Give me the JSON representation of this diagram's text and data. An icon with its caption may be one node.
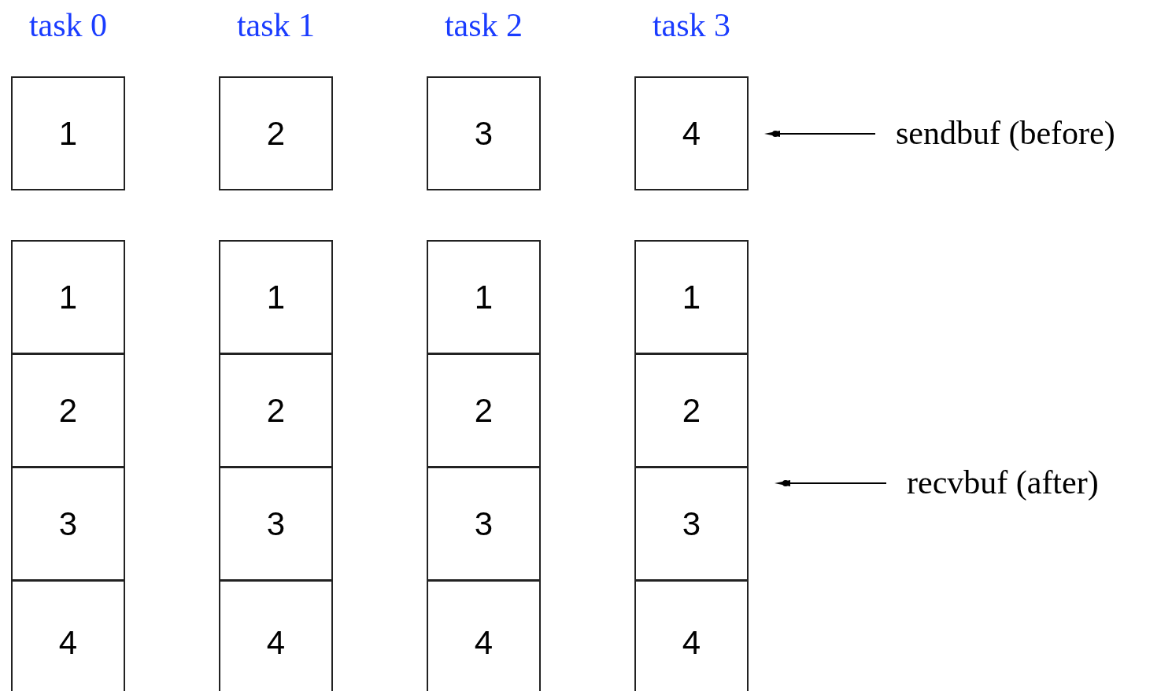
{
  "diagram": {
    "nodes": [
      {
        "text": [
          "1"
        ]
      },
      {
        "text": [
          "2"
        ]
      },
      {
        "text": [
          "3"
        ]
      },
      {
        "text": [
          "4"
        ]
      },
      {
        "text": [
          "sendbuf (before)"
        ]
      },
      {
        "text": [
          "1"
        ]
      },
      {
        "text": [
          "1"
        ]
      },
      {
        "text": [
          "1"
        ]
      },
      {
        "text": [
          "1"
        ]
      },
      {
        "text": [
          "2"
        ]
      },
      {
        "text": [
          "2"
        ]
      },
      {
        "text": [
          "2"
        ]
      },
      {
        "text": [
          "2"
        ]
      },
      {
        "text": [
          "3"
        ]
      },
      {
        "text": [
          "3"
        ]
      },
      {
        "text": [
          "3"
        ]
      },
      {
        "text": [
          "3"
        ]
      },
      {
        "text": [
          "4"
        ]
      },
      {
        "text": [
          "4"
        ]
      },
      {
        "text": [
          "4"
        ]
      },
      {
        "text": [
          "4"
        ]
      },
      {
        "text": [
          "recvbuf (after)"
        ]
      }
    ],
    "edges": [
      {
        "from": 4,
        "to": null,
        "arrow": "to"
      },
      {
        "from": 21,
        "to": null,
        "arrow": "to"
      }
    ],
    "labels": [
      "task 0",
      "task 1",
      "task 2",
      "task 3"
    ]
  }
}
